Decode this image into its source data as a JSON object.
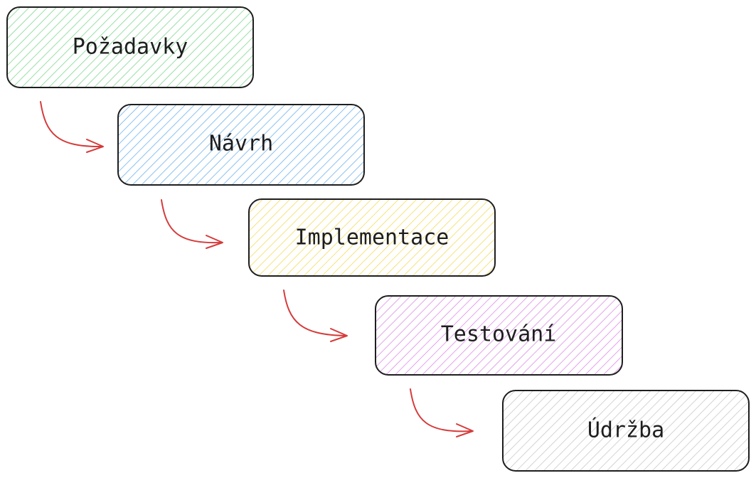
{
  "stages": [
    {
      "label": "Požadavky",
      "color": "#7fd88f"
    },
    {
      "label": "Návrh",
      "color": "#6fb2ee"
    },
    {
      "label": "Implementace",
      "color": "#f3dc5c"
    },
    {
      "label": "Testování",
      "color": "#dc8ce8"
    },
    {
      "label": "Údržba",
      "color": "#c9c9c9"
    }
  ],
  "colors": {
    "outline": "#1e1e1e",
    "arrow": "#d63b3b"
  }
}
